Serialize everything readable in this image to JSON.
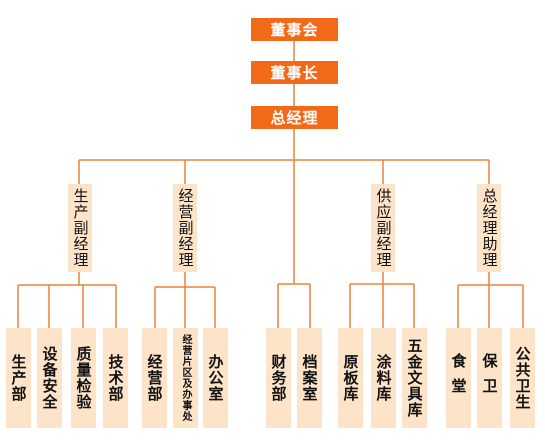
{
  "colors": {
    "accent": "#f26a18",
    "box": "#fde3c8",
    "line": "#e8843c"
  },
  "top": {
    "board": "董事会",
    "chairman": "董事长",
    "gm": "总经理"
  },
  "deputies": {
    "production": "生产副经理",
    "operations": "经营副经理",
    "supply": "供应副经理",
    "assistant": "总经理助理"
  },
  "departments": {
    "production_dept": "生产部",
    "equipment_safety": "设备安全",
    "quality_inspection": "质量检验",
    "technology_dept": "技术部",
    "operations_dept": "经营部",
    "district_offices": "经营片区及办事处",
    "office": "办公室",
    "finance_dept": "财务部",
    "archives": "档案室",
    "raw_materials": "原板库",
    "coating_materials": "涂料库",
    "hardware_stationery": "五金文具库",
    "canteen": "食堂",
    "security": "保卫",
    "public_health": "公共卫生"
  }
}
